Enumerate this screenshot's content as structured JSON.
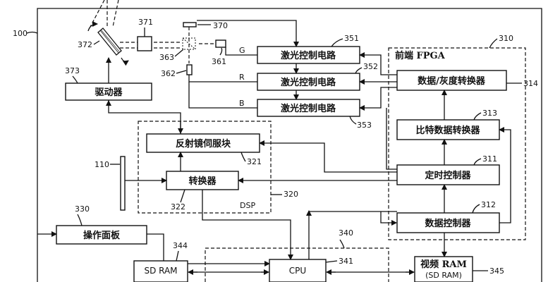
{
  "refs": {
    "r100": "100",
    "r370": "370",
    "r371": "371",
    "r372": "372",
    "r373": "373",
    "r361": "361",
    "r362": "362",
    "r363": "363",
    "r351": "351",
    "r352": "352",
    "r353": "353",
    "r310": "310",
    "r314": "314",
    "r313": "313",
    "r311": "311",
    "r312": "312",
    "r110": "110",
    "r321": "321",
    "r322": "322",
    "r320": "320",
    "r330": "330",
    "r340": "340",
    "r341": "341",
    "r344": "344",
    "r345": "345"
  },
  "blocks": {
    "laser_g": "激光控制电路",
    "laser_r": "激光控制电路",
    "laser_b": "激光控制电路",
    "driver": "驱动器",
    "fpga_title": "前端 FPGA",
    "data_gray": "数据/灰度转换器",
    "bit_data": "比特数据转换器",
    "timing": "定时控制器",
    "data_ctrl": "数据控制器",
    "mirror_servo": "反射镜伺服块",
    "converter": "转换器",
    "dsp": "DSP",
    "op_panel": "操作面板",
    "sd_ram": "SD RAM",
    "cpu": "CPU",
    "video_ram": "视频 RAM",
    "video_ram_sub": "(SD RAM)"
  },
  "signals": {
    "g": "G",
    "r": "R",
    "b": "B"
  }
}
